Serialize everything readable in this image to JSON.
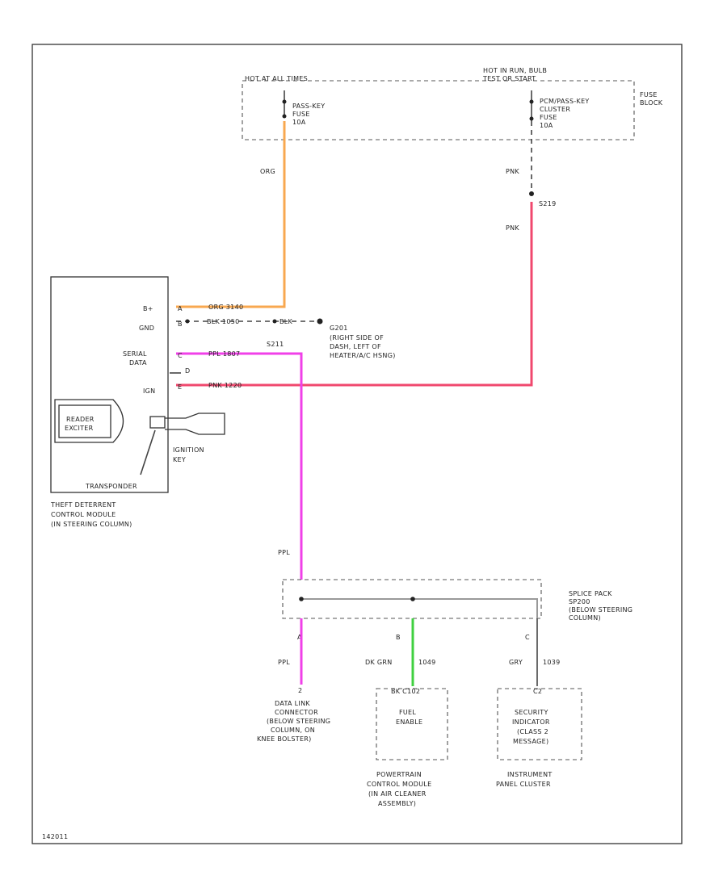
{
  "colors": {
    "orange": "#F8A850",
    "pink": "#F0486E",
    "magenta": "#F040E8",
    "green": "#40D040",
    "black": "#222222"
  },
  "fuse_block": {
    "hot_always": "HOT AT ALL TIMES",
    "hot_run_bulb": "HOT IN RUN, BULB",
    "test_start": "TEST OR START",
    "label_1": "FUSE",
    "label_2": "BLOCK",
    "fuse_left": [
      "PASS-KEY",
      "FUSE",
      "10A"
    ],
    "fuse_right": [
      "PCM/PASS-KEY",
      "CLUSTER",
      "FUSE",
      "10A"
    ]
  },
  "wires": {
    "org": "ORG",
    "pnk_top": "PNK",
    "pnk_mid": "PNK",
    "s219": "S219",
    "org_circuit": "ORG 3140",
    "blk_circuit": "BLK 1050",
    "blk_right": "BLK",
    "ppl_circuit": "PPL 1807",
    "pnk_circuit": "PNK 1220",
    "s211": "S211",
    "ppl_down": "PPL",
    "ppl_bottom": "PPL",
    "dk_grn": "DK GRN",
    "dk_grn_circuit": "1049",
    "gry": "GRY",
    "gry_circuit": "1039"
  },
  "ground": {
    "id": "G201",
    "lines": [
      "(RIGHT SIDE OF",
      "DASH, LEFT OF",
      "HEATER/A/C HSNG)"
    ]
  },
  "module": {
    "pin_bplus": "B+",
    "pin_gnd": "GND",
    "pin_serial_1": "SERIAL",
    "pin_serial_2": "DATA",
    "pin_ign": "IGN",
    "reader_1": "READER",
    "reader_2": "EXCITER",
    "key_1": "IGNITION",
    "key_2": "KEY",
    "transponder": "TRANSPONDER",
    "name_lines": [
      "THEFT DETERRENT",
      "CONTROL MODULE",
      "(IN STEERING COLUMN)"
    ],
    "pin_a": "A",
    "pin_b": "B",
    "pin_c": "C",
    "pin_d": "D",
    "pin_e": "E"
  },
  "splice": {
    "lines": [
      "SPLICE PACK",
      "SP200",
      "(BELOW STEERING",
      "COLUMN)"
    ],
    "pin_a": "A",
    "pin_b": "B",
    "pin_c": "C"
  },
  "dlc": {
    "pin": "2",
    "lines": [
      "DATA LINK",
      "CONNECTOR",
      "(BELOW STEERING",
      "COLUMN, ON",
      "KNEE BOLSTER)"
    ]
  },
  "pcm": {
    "connector": "BK C102",
    "inner_1": "FUEL",
    "inner_2": "ENABLE",
    "lines": [
      "POWERTRAIN",
      "CONTROL MODULE",
      "(IN AIR CLEANER",
      "ASSEMBLY)"
    ]
  },
  "ipc": {
    "connector": "C2",
    "inner_lines": [
      "SECURITY",
      "INDICATOR",
      "(CLASS 2",
      "MESSAGE)"
    ],
    "lines": [
      "INSTRUMENT",
      "PANEL CLUSTER"
    ]
  },
  "footer_code": "142011"
}
